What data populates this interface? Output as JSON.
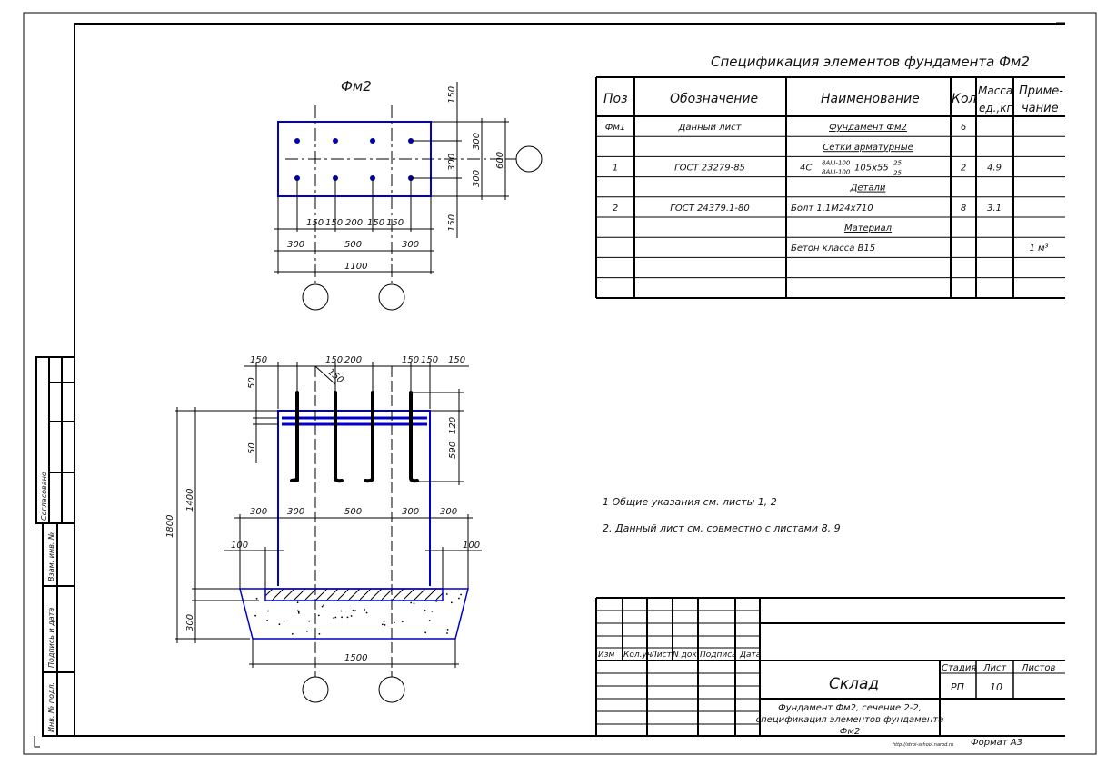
{
  "drawing": {
    "plan_title": "Фм2",
    "spec_title": "Спецификация элементов фундамента Фм2",
    "spec_table": {
      "headers": [
        "Поз",
        "Обозначение",
        "Наименование",
        "Кол",
        "Масса ед.,кг",
        "Приме-чание"
      ],
      "header_mass_line1": "Масса",
      "header_mass_line2": "ед.,кг.",
      "header_note_line1": "Приме-",
      "header_note_line2": "чание",
      "rows": [
        {
          "pos": "Фм1",
          "designation": "Данный лист",
          "name": "Фундамент Фм2",
          "qty": "6",
          "mass": "",
          "note": ""
        },
        {
          "pos": "",
          "designation": "",
          "name": "Сетки арматурные",
          "qty": "",
          "mass": "",
          "note": ""
        },
        {
          "pos": "1",
          "designation": "ГОСТ 23279-85",
          "name": "4С 8АIII-100 / 8АIII-100 105х55 25/25",
          "qty": "2",
          "mass": "4.9",
          "note": ""
        },
        {
          "pos": "",
          "designation": "",
          "name": "Детали",
          "qty": "",
          "mass": "",
          "note": ""
        },
        {
          "pos": "2",
          "designation": "ГОСТ 24379.1-80",
          "name": "Болт 1.1М24х710",
          "qty": "8",
          "mass": "3.1",
          "note": ""
        },
        {
          "pos": "",
          "designation": "",
          "name": "Материал",
          "qty": "",
          "mass": "",
          "note": ""
        },
        {
          "pos": "",
          "designation": "",
          "name": "Бетон класса В15",
          "qty": "",
          "mass": "",
          "note": "1 м³"
        },
        {
          "pos": "",
          "designation": "",
          "name": "",
          "qty": "",
          "mass": "",
          "note": ""
        },
        {
          "pos": "",
          "designation": "",
          "name": "",
          "qty": "",
          "mass": "",
          "note": ""
        }
      ],
      "mesh_prefix": "4С",
      "mesh_top": "8АIII-100",
      "mesh_bottom": "8АIII-100",
      "mesh_size": "105х55",
      "mesh_frac_top": "25",
      "mesh_frac_bottom": "25"
    },
    "notes": [
      "1 Общие указания см. листы 1, 2",
      "2. Данный лист см. совместно с листами 8, 9"
    ],
    "plan_dims": {
      "top_150": "150",
      "bottom_150": "150",
      "right_300a": "300",
      "right_300b": "300",
      "right_300c": "300",
      "right_600": "600",
      "spacing": [
        "150",
        "150",
        "200",
        "150",
        "150"
      ],
      "row2": [
        "300",
        "500",
        "300"
      ],
      "total": "1100"
    },
    "section_dims": {
      "top": [
        "150",
        "150",
        "200",
        "150",
        "150",
        "150"
      ],
      "diag": "150",
      "left_50a": "50",
      "left_50b": "50",
      "right_590": "590",
      "right_120": "120",
      "h_1800": "1800",
      "h_1400": "1400",
      "h_300": "300",
      "mid": [
        "300",
        "300",
        "500",
        "300",
        "300"
      ],
      "left_100": "100",
      "right_100": "100",
      "base": "1500"
    },
    "title_block": {
      "headers": [
        "Изм",
        "Кол.уч",
        "Лист",
        "N док",
        "Подпись",
        "Дата"
      ],
      "project": "Склад",
      "sheet_title_l1": "Фундамент Фм2, сечение 2-2,",
      "sheet_title_l2": "спецификация элементов фундамента",
      "sheet_title_l3": "Фм2",
      "stage_label": "Стадия",
      "sheet_label": "Лист",
      "sheets_label": "Листов",
      "stage": "РП",
      "sheet": "10",
      "sheets": "",
      "site": "http://stroi-school.narod.ru",
      "format": "Формат А3"
    },
    "side_stamp": {
      "agreed": "Согласовано",
      "inv_repl": "Взам. инв. №",
      "sign_date": "Подпись и дата",
      "inv_orig": "Инв. № подл."
    },
    "colors": {
      "line": "#000000",
      "concrete_outline": "#0000cc"
    }
  }
}
